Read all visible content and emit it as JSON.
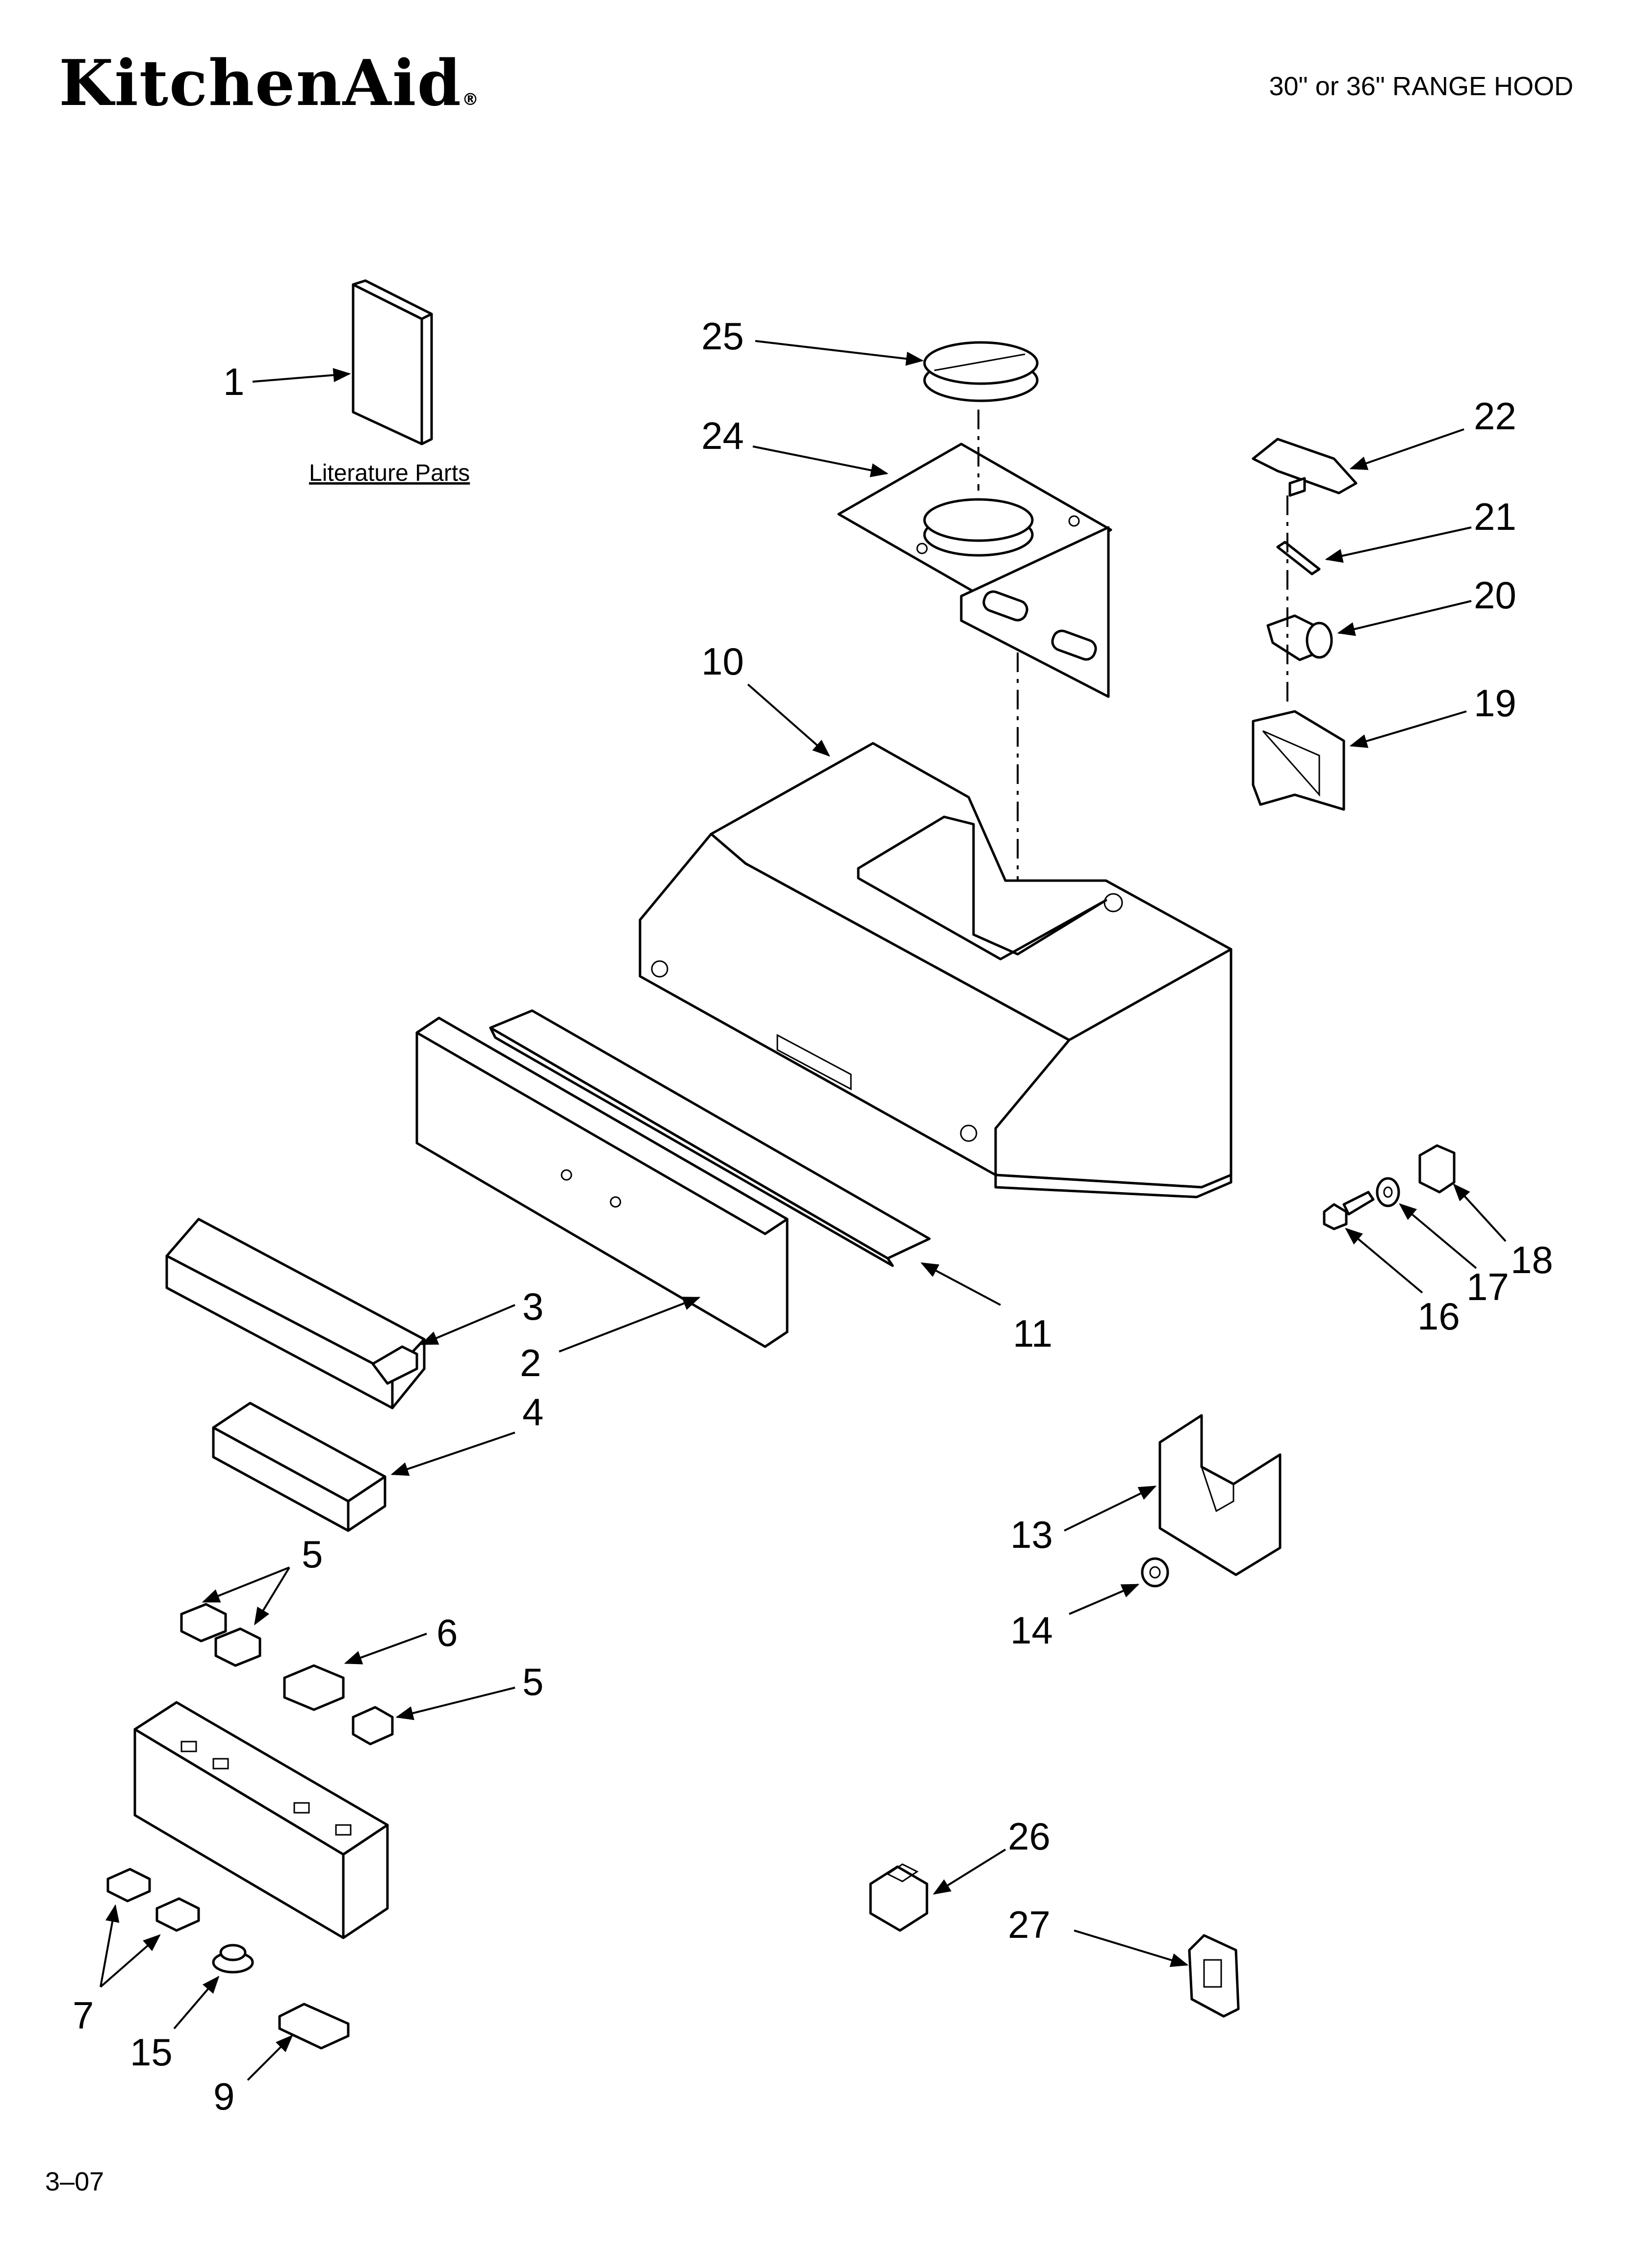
{
  "header": {
    "brand": "KitchenAid",
    "brand_mark": "®",
    "model_title": "30\" or 36\" RANGE HOOD"
  },
  "footer": {
    "code": "3–07"
  },
  "literature": {
    "label": "Literature Parts"
  },
  "callouts": {
    "c1": "1",
    "c2": "2",
    "c3": "3",
    "c4": "4",
    "c5a": "5",
    "c5b": "5",
    "c6": "6",
    "c7": "7",
    "c9": "9",
    "c10": "10",
    "c11": "11",
    "c13": "13",
    "c14": "14",
    "c15": "15",
    "c16": "16",
    "c17": "17",
    "c18": "18",
    "c19": "19",
    "c20": "20",
    "c21": "21",
    "c22": "22",
    "c24": "24",
    "c25": "25",
    "c26": "26",
    "c27": "27"
  }
}
